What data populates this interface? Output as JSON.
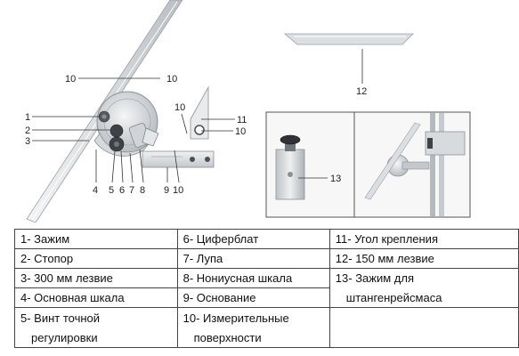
{
  "callouts": {
    "n1": "1",
    "n2": "2",
    "n3": "3",
    "n4": "4",
    "n5": "5",
    "n6": "6",
    "n7": "7",
    "n8": "8",
    "n9": "9",
    "n10a": "10",
    "n10b": "10",
    "n10c": "10",
    "n10d": "10",
    "n10e": "10",
    "n11": "11",
    "n12": "12",
    "n13": "13"
  },
  "legend": {
    "rows": [
      [
        "1- Зажим",
        "6- Циферблат",
        "11- Угол крепления"
      ],
      [
        "2- Стопор",
        "7- Лупа",
        "12- 150 мм лезвие"
      ],
      [
        "3- 300 мм лезвие",
        "8- Нониусная шкала",
        "13- Зажим для"
      ],
      [
        "4- Основная шкала",
        "9- Основание",
        "штангенрейсмаса"
      ],
      [
        "5- Винт точной",
        "10- Измерительные",
        ""
      ],
      [
        "регулировки",
        "поверхности",
        ""
      ]
    ]
  },
  "colors": {
    "steel_light": "#e6e8ea",
    "steel_mid": "#c9cdd1",
    "steel_dark": "#9aa0a6",
    "inset_border": "#555555"
  }
}
